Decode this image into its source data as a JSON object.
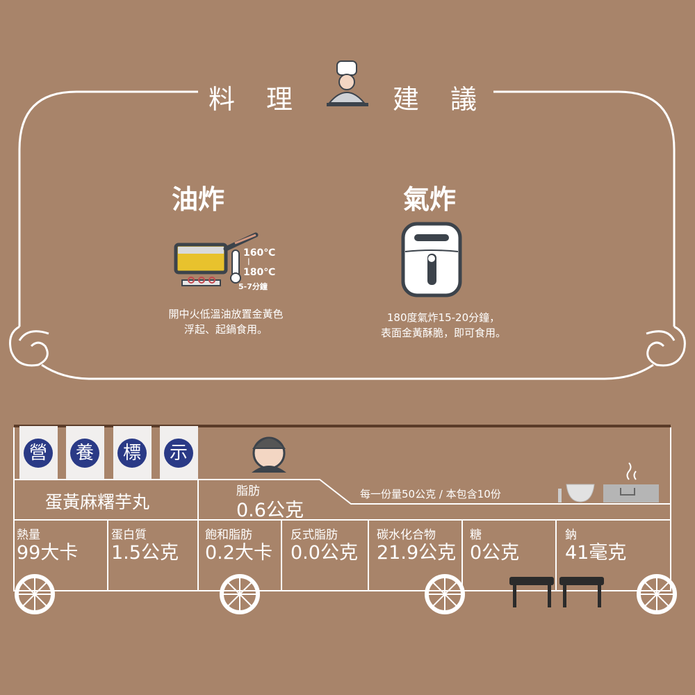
{
  "header": {
    "title_chars": [
      "料",
      "理",
      "建",
      "議"
    ]
  },
  "methods": [
    {
      "title": "油炸",
      "temp_low": "160℃",
      "temp_high": "180℃",
      "time": "5-7分鐘",
      "desc": [
        "開中火低溫油放置金黃色",
        "浮起、起鍋食用。"
      ]
    },
    {
      "title": "氣炸",
      "desc": [
        "180度氣炸15-20分鐘，",
        "表面金黃酥脆，即可食用。"
      ]
    }
  ],
  "nutrition": {
    "flags": [
      "營",
      "養",
      "標",
      "示"
    ],
    "product": "蛋黃麻糬芋丸",
    "fat": {
      "label": "脂肪",
      "value": "0.6公克"
    },
    "serving": "每一份量50公克 / 本包含10份",
    "items": [
      {
        "label": "熱量",
        "value": "99大卡"
      },
      {
        "label": "蛋白質",
        "value": "1.5公克"
      },
      {
        "label": "飽和脂肪",
        "value": "0.2大卡"
      },
      {
        "label": "反式脂肪",
        "value": "0.0公克"
      },
      {
        "label": "碳水化合物",
        "value": "21.9公克"
      },
      {
        "label": "糖",
        "value": "0公克"
      },
      {
        "label": "鈉",
        "value": "41毫克"
      }
    ]
  },
  "colors": {
    "bg": "#a8846a",
    "navy": "#2a3a86",
    "dark": "#3c434b",
    "rail": "#5a3b28"
  }
}
